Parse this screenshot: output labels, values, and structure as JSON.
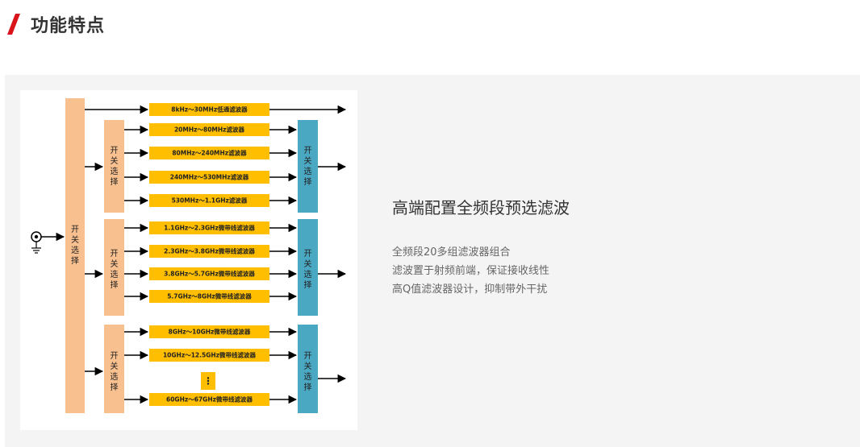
{
  "header": {
    "title": "功能特点"
  },
  "colors": {
    "accent": "#d9141b",
    "switch_orange": "#f9c08f",
    "filter_yellow": "#ffbf00",
    "switch_teal": "#4aa8c2",
    "panel_bg": "#f4f4f4"
  },
  "diagram": {
    "main_switch": [
      "开",
      "关",
      "选",
      "择"
    ],
    "switch_chars": [
      "开",
      "关",
      "选",
      "择"
    ],
    "direct_filter": "8kHz～30MHz低通滤波器",
    "groups": [
      {
        "filters": [
          "20MHz～80MHz滤波器",
          "80MHz～240MHz滤波器",
          "240MHz～530MHz滤波器",
          "530MHz～1.1GHz滤波器"
        ]
      },
      {
        "filters": [
          "1.1GHz～2.3GHz微带线滤波器",
          "2.3GHz～3.8GHz微带线滤波器",
          "3.8GHz～5.7GHz微带线滤波器",
          "5.7GHz～8GHz微带线滤波器"
        ]
      },
      {
        "filters": [
          "8GHz～10GHz微带线滤波器",
          "10GHz～12.5GHz微带线滤波器",
          "60GHz～67GHz微带线滤波器"
        ],
        "ellipsis": "⋮"
      }
    ]
  },
  "info": {
    "title": "高端配置全频段预选滤波",
    "points": [
      "全频段20多组滤波器组合",
      "滤波置于射频前端，保证接收线性",
      "高Q值滤波器设计，抑制带外干扰"
    ]
  }
}
